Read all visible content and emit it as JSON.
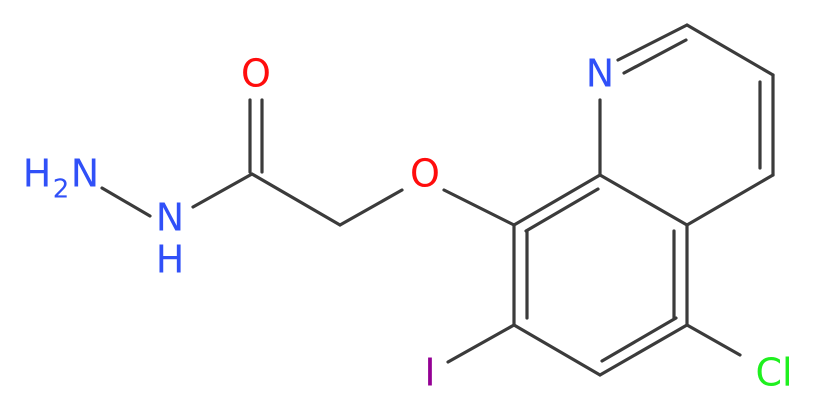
{
  "molecule": {
    "atom_labels": {
      "oxygen_carbonyl": "O",
      "oxygen_ether": "O",
      "nitrogen_ring": "N",
      "nitrogen_hydrazide": "N",
      "hydrazide_h": "H",
      "amino_h": "H",
      "amino_subscript": "2",
      "amino_n": "N",
      "iodine": "I",
      "chlorine": "Cl"
    },
    "colors": {
      "oxygen": "#ff0d0d",
      "nitrogen": "#3050f8",
      "iodine": "#940094",
      "chlorine": "#1ff01f",
      "bond": "#3b3b3b"
    }
  }
}
